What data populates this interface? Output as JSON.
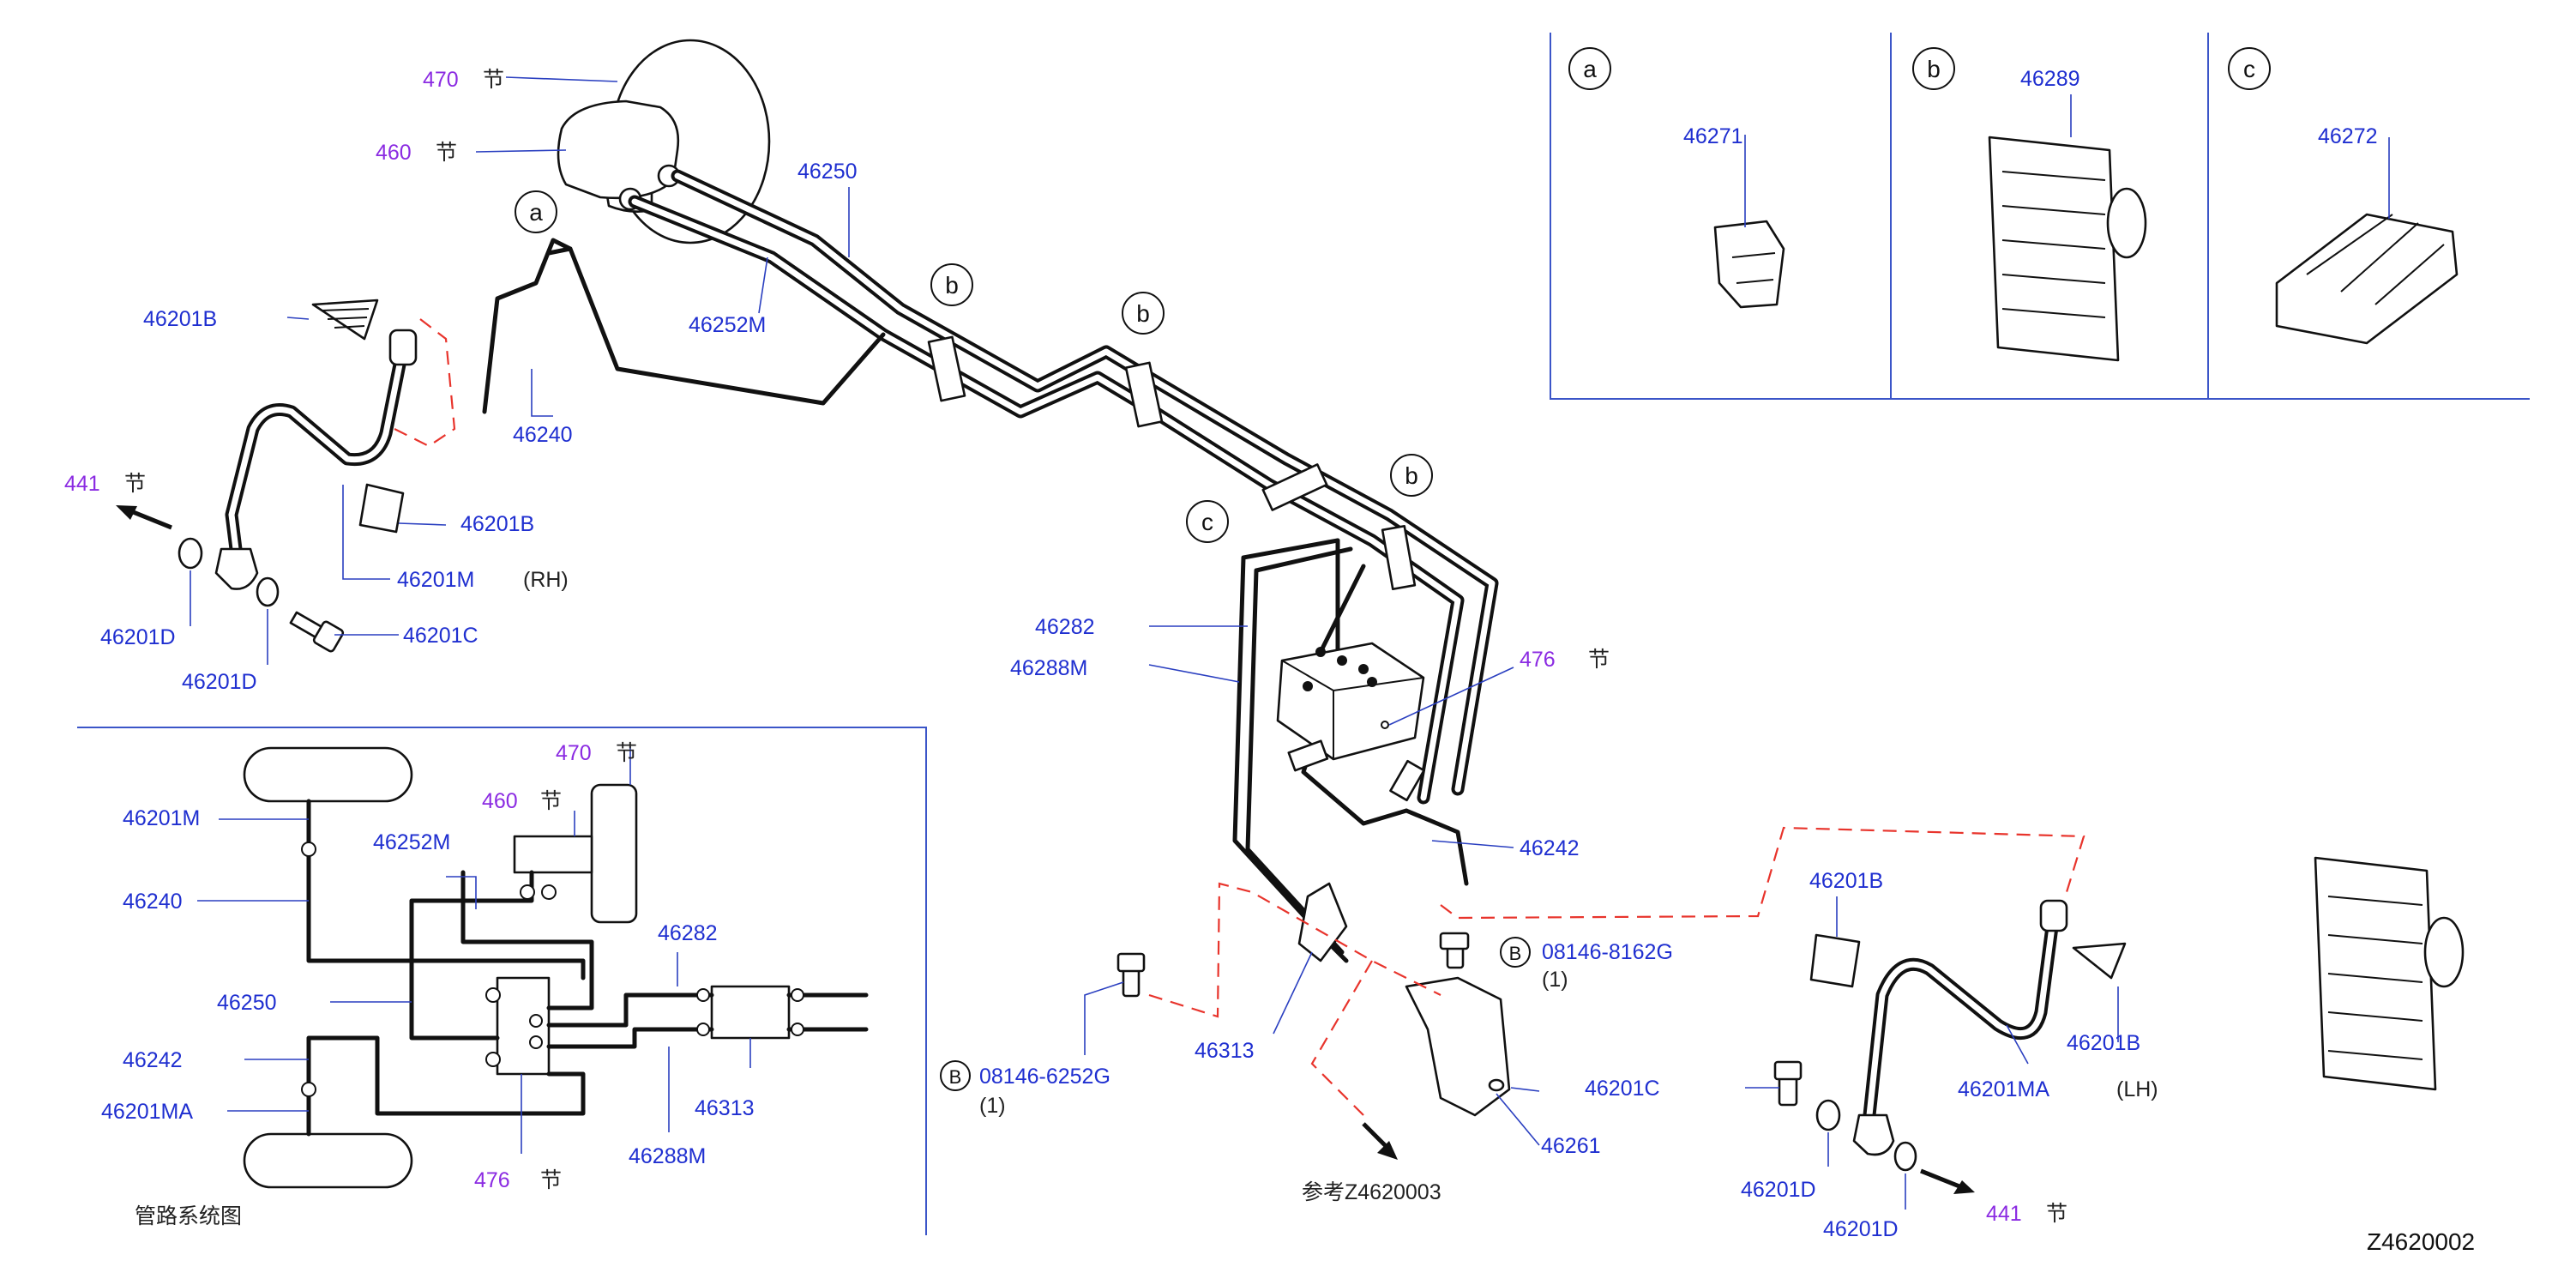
{
  "diagram_code": "Z4620002",
  "section_suffix": "节",
  "reference_note": "参考Z4620003",
  "schematic_title": "管路系统图",
  "labels": {
    "p470_top": "470",
    "p460_top": "460",
    "p441_left": "441",
    "p441_right": "441",
    "p476_main": "476",
    "p476_sch": "476",
    "p470_sch": "470",
    "p460_sch": "460",
    "p46250": "46250",
    "p46252M": "46252M",
    "p46201B_l1": "46201B",
    "p46201B_l2": "46201B",
    "p46240": "46240",
    "p46201M": "46201M",
    "rh": "(RH)",
    "p46201D_l1": "46201D",
    "p46201D_l2": "46201D",
    "p46201C_l": "46201C",
    "p46282": "46282",
    "p46288M": "46288M",
    "p46242": "46242",
    "p08146_8162G": "08146-8162G",
    "qty_8162": "(1)",
    "p08146_6252G": "08146-6252G",
    "qty_6252": "(1)",
    "p46313": "46313",
    "p46261": "46261",
    "p46201B_r1": "46201B",
    "p46201B_r2": "46201B",
    "p46201C_r": "46201C",
    "p46201MA": "46201MA",
    "lh": "(LH)",
    "p46201D_r1": "46201D",
    "p46201D_r2": "46201D",
    "p46271": "46271",
    "p46289": "46289",
    "p46272": "46272",
    "s46201M": "46201M",
    "s46240": "46240",
    "s46252M": "46252M",
    "s46250": "46250",
    "s46242": "46242",
    "s46201MA": "46201MA",
    "s46282": "46282",
    "s46313": "46313",
    "s46288M": "46288M"
  },
  "callouts": {
    "a_main": "a",
    "b1": "b",
    "b2": "b",
    "b3": "b",
    "c_main": "c",
    "bolt_b1": "B",
    "bolt_b2": "B",
    "panel_a": "a",
    "panel_b": "b",
    "panel_c": "c"
  },
  "icons": [
    "arrow-icon",
    "bolt-icon",
    "washer-icon",
    "clip-icon",
    "bracket-icon"
  ],
  "colors": {
    "part_number": "#1f2fd0",
    "section_ref": "#8b2be2",
    "leader": "#2a3fc0",
    "dashed_outline": "#e8342c"
  }
}
